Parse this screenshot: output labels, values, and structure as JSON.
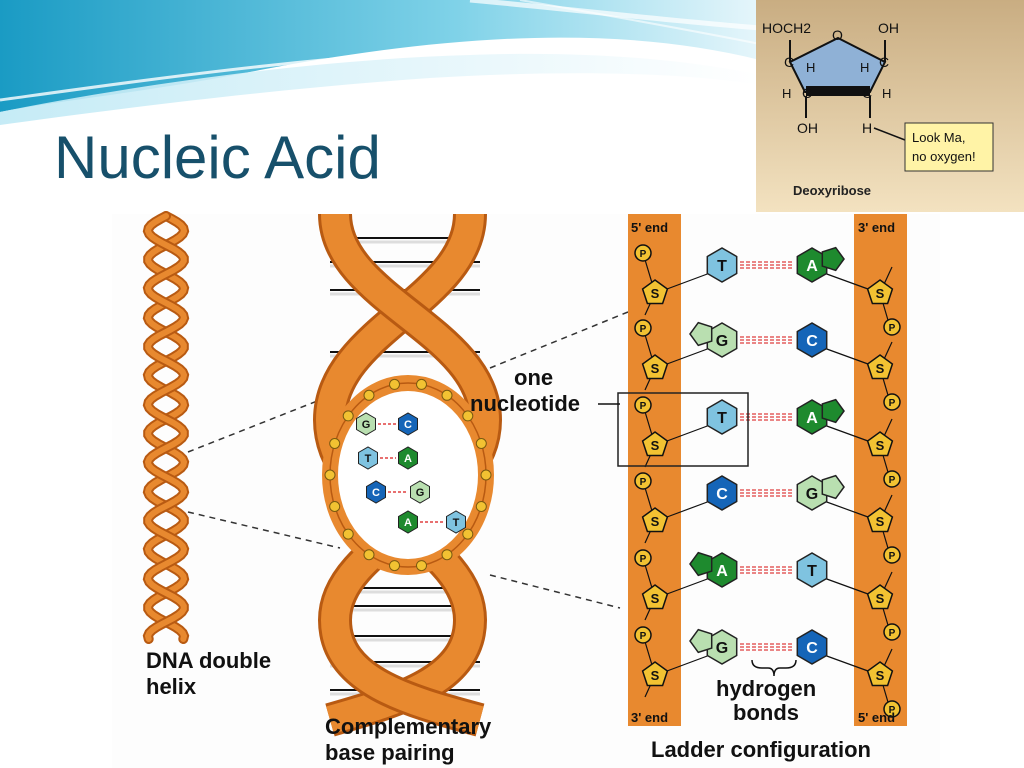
{
  "slide": {
    "title": "Nucleic Acid"
  },
  "inset": {
    "hoch2_label": "HOCH2",
    "o_label": "O",
    "oh_top_label": "OH",
    "c_labels": [
      "C",
      "C",
      "C",
      "C"
    ],
    "h_labels": [
      "H",
      "H",
      "H",
      "H"
    ],
    "oh_bottom_label": "OH",
    "h_bottom_label": "H",
    "callout_lines": [
      "Look Ma,",
      "no oxygen!"
    ],
    "caption": "Deoxyribose"
  },
  "diagram": {
    "helix_label_lines": [
      "DNA double",
      "helix"
    ],
    "pairing_label_lines": [
      "Complementary",
      "base pairing"
    ],
    "nucleotide_label_lines": [
      "one",
      "nucleotide"
    ],
    "hbond_label_lines": [
      "hydrogen",
      "bonds"
    ],
    "ladder_label": "Ladder configuration",
    "left_top_end": "5' end",
    "left_bottom_end": "3' end",
    "right_top_end": "3' end",
    "right_bottom_end": "5' end",
    "phosphate_symbol": "P",
    "sugar_symbol": "S",
    "ladder_rungs": [
      {
        "left": "T",
        "right": "A"
      },
      {
        "left": "G",
        "right": "C"
      },
      {
        "left": "T",
        "right": "A"
      },
      {
        "left": "C",
        "right": "G"
      },
      {
        "left": "A",
        "right": "T"
      },
      {
        "left": "G",
        "right": "C"
      }
    ],
    "pairing_rungs": [
      {
        "left": "G",
        "right": "C"
      },
      {
        "left": "T",
        "right": "A"
      },
      {
        "left": "C",
        "right": "G"
      },
      {
        "left": "A",
        "right": "T"
      }
    ]
  },
  "colors": {
    "title": "#17506b",
    "strand_orange": "#e8892f",
    "strand_dark": "#b85a12",
    "base_T": "#7fc3e0",
    "base_A": "#1e8a2e",
    "base_G": "#b9dfb0",
    "base_C": "#1565b8",
    "sugar_fill": "#f2c232",
    "hbond": "#e04040"
  }
}
